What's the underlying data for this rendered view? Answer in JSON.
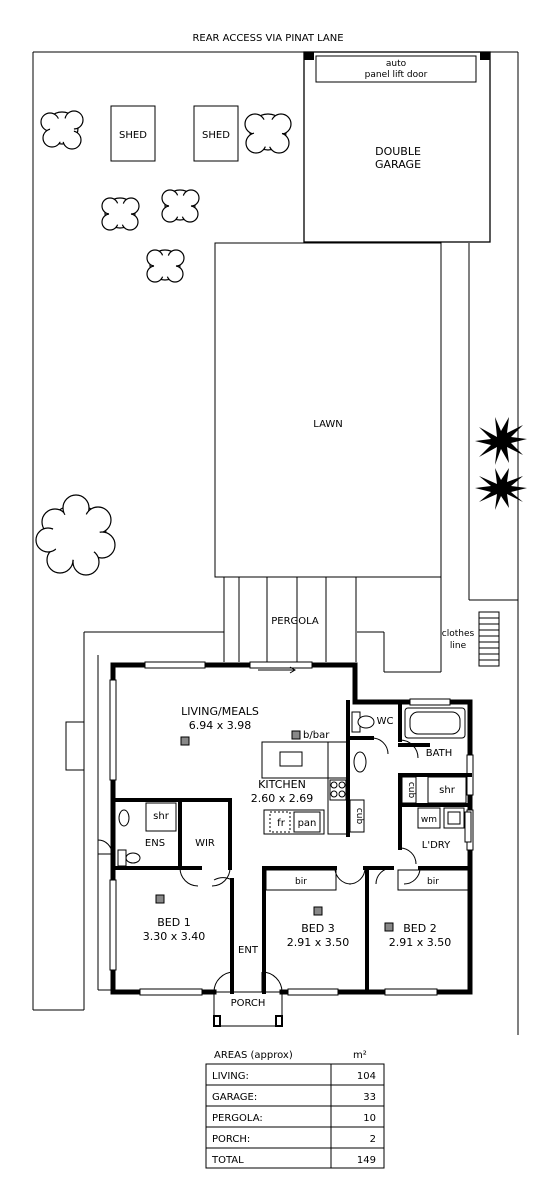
{
  "site": {
    "rear_access": "REAR ACCESS VIA PINAT LANE",
    "garage_door": "auto",
    "garage_door_2": "panel lift door",
    "garage_1": "DOUBLE",
    "garage_2": "GARAGE",
    "shed": "SHED",
    "lawn": "LAWN",
    "pergola": "PERGOLA",
    "clothes_1": "clothes",
    "clothes_2": "line"
  },
  "rooms": {
    "living_name": "LIVING/MEALS",
    "living_size": "6.94 x 3.98",
    "bbar": "b/bar",
    "kitchen_name": "KITCHEN",
    "kitchen_size": "2.60 x 2.69",
    "fr": "fr",
    "pan": "pan",
    "wc": "WC",
    "bath": "BATH",
    "cub": "cub",
    "shr": "shr",
    "wm": "wm",
    "ldry": "L'DRY",
    "ens": "ENS",
    "wir": "WIR",
    "bir": "bir",
    "bed1_name": "BED 1",
    "bed1_size": "3.30 x 3.40",
    "bed3_name": "BED 3",
    "bed3_size": "2.91 x 3.50",
    "bed2_name": "BED 2",
    "bed2_size": "2.91 x 3.50",
    "ent": "ENT",
    "porch": "PORCH"
  },
  "areas": {
    "title": "AREAS (approx)",
    "unit": "m²",
    "rows": [
      {
        "label": "LIVING:",
        "value": "104"
      },
      {
        "label": "GARAGE:",
        "value": "33"
      },
      {
        "label": "PERGOLA:",
        "value": "10"
      },
      {
        "label": "PORCH:",
        "value": "2"
      },
      {
        "label": "TOTAL",
        "value": "149"
      }
    ]
  }
}
